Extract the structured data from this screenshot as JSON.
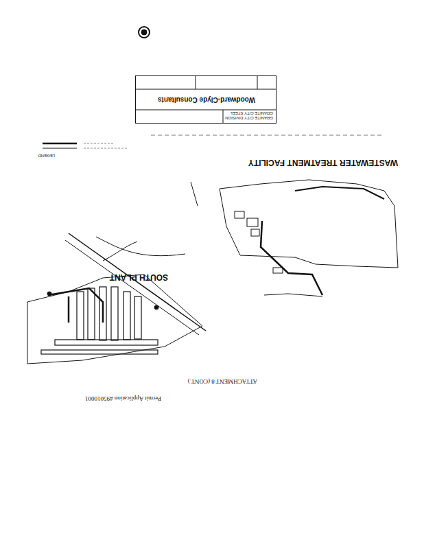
{
  "diagram": {
    "nodes": [
      {
        "text": [
          "GRANITE CITY DIVISION GRANITE CITY STEEL",
          "Woodward-Clyde Consultants"
        ]
      }
    ],
    "labels": [
      "Permit Application #95010001",
      "ATTACHMENT 8 (CONT.)",
      "SOUTH PLANT",
      "WASTEWATER TREATMENT FACILITY",
      "LEGEND"
    ]
  }
}
